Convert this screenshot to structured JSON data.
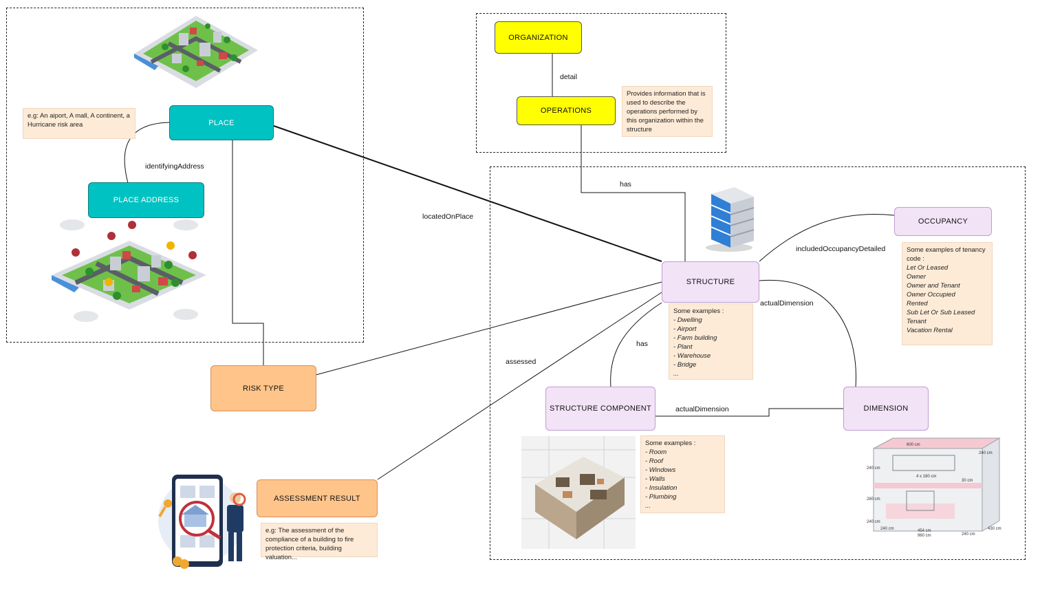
{
  "nodes": {
    "place": "PLACE",
    "place_address": "PLACE ADDRESS",
    "organization": "ORGANIZATION",
    "operations": "OPERATIONS",
    "structure": "STRUCTURE",
    "occupancy": "OCCUPANCY",
    "risk_type": "RISK TYPE",
    "structure_component": "STRUCTURE COMPONENT",
    "dimension": "DIMENSION",
    "assessment_result": "ASSESSMENT RESULT"
  },
  "edges": {
    "identifying_address": "identifyingAddress",
    "detail": "detail",
    "has_top": "has",
    "located_on_place": "locatedOnPlace",
    "included_occupancy": "includedOccupancyDetailed",
    "actual_dimension_1": "actualDimension",
    "has_component": "has",
    "assessed": "assessed",
    "actual_dimension_2": "actualDimension"
  },
  "notes": {
    "place": "e.g: An aiport, A mall, A continent, a Hurricane risk area",
    "operations": "Provides information that is used to describe the operations performed by this organization within the structure",
    "structure": {
      "heading": "Some examples :",
      "items": [
        "- Dwelling",
        "- Airport",
        "- Farm building",
        "- Plant",
        "- Warehouse",
        "- Bridge",
        "..."
      ]
    },
    "occupancy": {
      "heading": "Some examples of tenancy code :",
      "items": [
        "Let Or Leased",
        "Owner",
        "Owner and Tenant",
        "Owner Occupied",
        "Rented",
        "Sub Let Or Sub Leased",
        "Tenant",
        "Vacation Rental"
      ]
    },
    "component": {
      "heading": "Some examples :",
      "items": [
        "- Room",
        "- Roof",
        "- Windows",
        "- Walls",
        "- Insulation",
        "- Plumbing",
        "..."
      ]
    },
    "assessment": "e.g: The assessment of the compliance of a building to fire protection criteria, building valuation..."
  },
  "dimension_drawing": {
    "labels": [
      "600 cm",
      "240 cm",
      "4 x 180 cm",
      "30 cm",
      "240 cm",
      "280 cm",
      "240 cm",
      "240 cm",
      "454 cm",
      "960 cm",
      "240 cm",
      "430 cm"
    ]
  },
  "colors": {
    "teal": "#00c2c2",
    "yellow": "#ffff00",
    "lilac": "#f2e3f7",
    "orange": "#ffc48a",
    "note": "#fdebd7"
  }
}
